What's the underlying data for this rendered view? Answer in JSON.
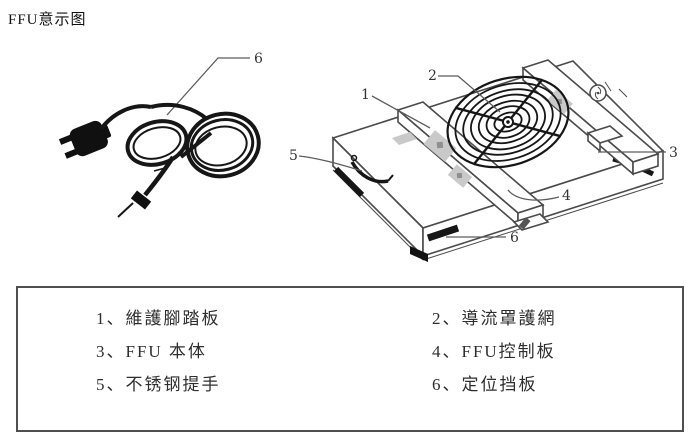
{
  "title": "FFU意示图",
  "callouts": {
    "n1": "1",
    "n2": "2",
    "n3": "3",
    "n4": "4",
    "n5": "5",
    "n6": "6"
  },
  "legend": {
    "items": [
      "1、維護腳踏板",
      "2、導流罩護網",
      "3、FFU 本体",
      "4、FFU控制板",
      "5、不锈钢提手",
      "6、定位挡板"
    ]
  },
  "colors": {
    "line": "#4a4a4a",
    "ink": "#161616",
    "text": "#2e2e2e",
    "sticker": "#c9c9c9",
    "border": "#4f4f4f",
    "leader": "#5c5c5c"
  }
}
